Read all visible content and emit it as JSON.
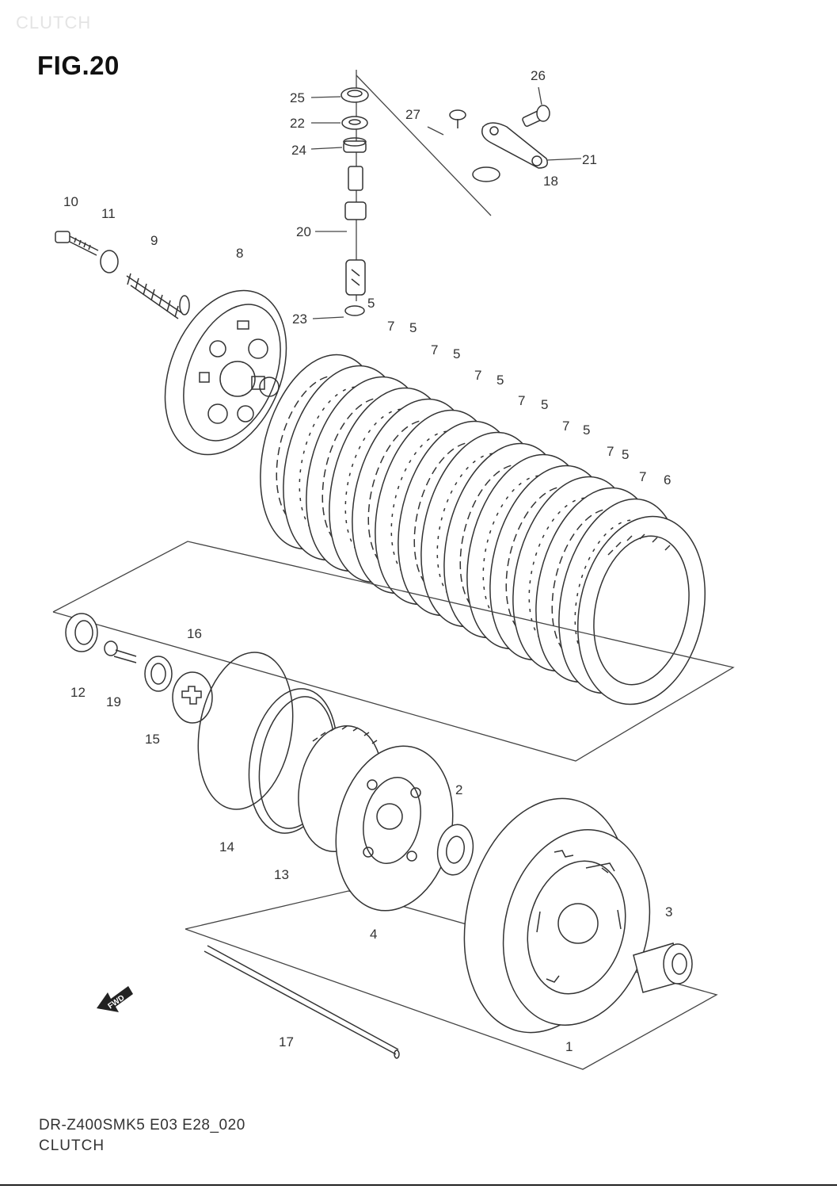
{
  "header": {
    "ghost_title": "CLUTCH"
  },
  "figure": {
    "title": "FIG.20"
  },
  "footer": {
    "code": "DR-Z400SMK5 E03 E28_020",
    "name": "CLUTCH"
  },
  "direction": {
    "badge": "FWD"
  },
  "callouts": [
    {
      "id": "c26",
      "label": "26"
    },
    {
      "id": "c25",
      "label": "25"
    },
    {
      "id": "c27",
      "label": "27"
    },
    {
      "id": "c22",
      "label": "22"
    },
    {
      "id": "c24",
      "label": "24"
    },
    {
      "id": "c21",
      "label": "21"
    },
    {
      "id": "c18",
      "label": "18"
    },
    {
      "id": "c10",
      "label": "10"
    },
    {
      "id": "c11",
      "label": "11"
    },
    {
      "id": "c9",
      "label": "9"
    },
    {
      "id": "c20",
      "label": "20"
    },
    {
      "id": "c8",
      "label": "8"
    },
    {
      "id": "c5a",
      "label": "5"
    },
    {
      "id": "c23",
      "label": "23"
    },
    {
      "id": "c7a",
      "label": "7"
    },
    {
      "id": "c5b",
      "label": "5"
    },
    {
      "id": "c7b",
      "label": "7"
    },
    {
      "id": "c5c",
      "label": "5"
    },
    {
      "id": "c7c",
      "label": "7"
    },
    {
      "id": "c5d",
      "label": "5"
    },
    {
      "id": "c7d",
      "label": "7"
    },
    {
      "id": "c5e",
      "label": "5"
    },
    {
      "id": "c7e",
      "label": "7"
    },
    {
      "id": "c5f",
      "label": "5"
    },
    {
      "id": "c7f",
      "label": "7"
    },
    {
      "id": "c5g",
      "label": "5"
    },
    {
      "id": "c7g",
      "label": "7"
    },
    {
      "id": "c6",
      "label": "6"
    },
    {
      "id": "c16",
      "label": "16"
    },
    {
      "id": "c12",
      "label": "12"
    },
    {
      "id": "c19",
      "label": "19"
    },
    {
      "id": "c15",
      "label": "15"
    },
    {
      "id": "c2",
      "label": "2"
    },
    {
      "id": "c14",
      "label": "14"
    },
    {
      "id": "c13",
      "label": "13"
    },
    {
      "id": "c3",
      "label": "3"
    },
    {
      "id": "c4",
      "label": "4"
    },
    {
      "id": "c17",
      "label": "17"
    },
    {
      "id": "c1",
      "label": "1"
    }
  ]
}
